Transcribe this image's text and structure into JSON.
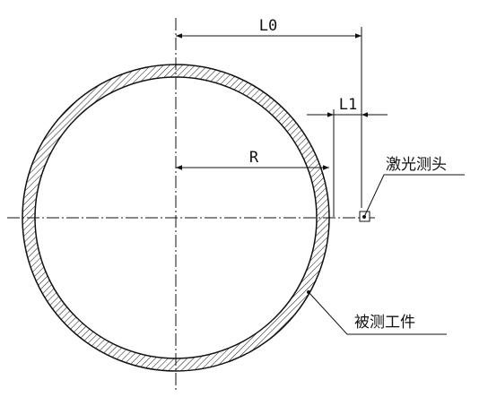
{
  "labels": {
    "l0": "L0",
    "l1": "L1",
    "r": "R",
    "laser_probe": "激光测头",
    "workpiece": "被测工件"
  }
}
